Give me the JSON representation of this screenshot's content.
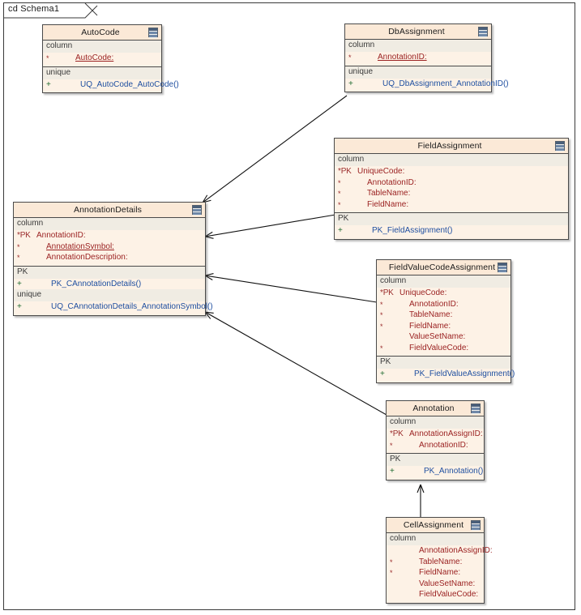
{
  "diagram": {
    "frame_label": "cd Schema1",
    "type": "uml-class-diagram",
    "colors": {
      "class_fill": "#fdf0e0",
      "title_fill": "#fbe9d7",
      "section_fill": "#f0ece3",
      "attribute_text": "#9b2222",
      "operation_text": "#1f4fa0",
      "border": "#4a4a4a",
      "connector": "#1a1a1a"
    },
    "icon_name": "table-icon"
  },
  "classes": [
    {
      "id": "autocode",
      "name": "AutoCode",
      "compartments": [
        {
          "label": "column",
          "rows": [
            {
              "mark": "*",
              "name": "AutoCode:",
              "underline": true,
              "kind": "attribute",
              "indent": true
            }
          ]
        },
        {
          "label": "unique",
          "rows": [
            {
              "mark": "+",
              "name": "UQ_AutoCode_AutoCode()",
              "kind": "operation"
            }
          ]
        }
      ]
    },
    {
      "id": "dbassignment",
      "name": "DbAssignment",
      "compartments": [
        {
          "label": "column",
          "rows": [
            {
              "mark": "*",
              "name": "AnnotationID:",
              "underline": true,
              "kind": "attribute",
              "indent": true
            }
          ]
        },
        {
          "label": "unique",
          "rows": [
            {
              "mark": "+",
              "name": "UQ_DbAssignment_AnnotationID()",
              "kind": "operation"
            }
          ]
        }
      ]
    },
    {
      "id": "fieldassignment",
      "name": "FieldAssignment",
      "compartments": [
        {
          "label": "column",
          "rows": [
            {
              "mark": "*PK",
              "name": "UniqueCode:",
              "kind": "attribute",
              "pk": true
            },
            {
              "mark": "*",
              "name": "AnnotationID:",
              "kind": "attribute",
              "indent": true
            },
            {
              "mark": "*",
              "name": "TableName:",
              "kind": "attribute",
              "indent": true
            },
            {
              "mark": "*",
              "name": "FieldName:",
              "kind": "attribute",
              "indent": true
            }
          ]
        },
        {
          "label": "PK",
          "rows": [
            {
              "mark": "+",
              "name": "PK_FieldAssignment()",
              "kind": "operation"
            }
          ]
        }
      ]
    },
    {
      "id": "annotationdetails",
      "name": "AnnotationDetails",
      "compartments": [
        {
          "label": "column",
          "rows": [
            {
              "mark": "*PK",
              "name": "AnnotationID:",
              "kind": "attribute",
              "pk": true
            },
            {
              "mark": "*",
              "name": "AnnotationSymbol:",
              "underline": true,
              "kind": "attribute",
              "indent": true
            },
            {
              "mark": "*",
              "name": "AnnotationDescription:",
              "kind": "attribute",
              "indent": true
            }
          ]
        },
        {
          "label": "PK",
          "rows": [
            {
              "mark": "+",
              "name": "PK_CAnnotationDetails()",
              "kind": "operation"
            }
          ]
        },
        {
          "label": "unique",
          "rows": [
            {
              "mark": "+",
              "name": "UQ_CAnnotationDetails_AnnotationSymbol()",
              "kind": "operation"
            }
          ]
        }
      ]
    },
    {
      "id": "fieldvaluecodeassignment",
      "name": "FieldValueCodeAssignment",
      "compartments": [
        {
          "label": "column",
          "rows": [
            {
              "mark": "*PK",
              "name": "UniqueCode:",
              "kind": "attribute",
              "pk": true
            },
            {
              "mark": "*",
              "name": "AnnotationID:",
              "kind": "attribute",
              "indent": true
            },
            {
              "mark": "*",
              "name": "TableName:",
              "kind": "attribute",
              "indent": true
            },
            {
              "mark": "*",
              "name": "FieldName:",
              "kind": "attribute",
              "indent": true
            },
            {
              "mark": "",
              "name": "ValueSetName:",
              "kind": "attribute",
              "indent": true
            },
            {
              "mark": "*",
              "name": "FieldValueCode:",
              "kind": "attribute",
              "indent": true
            }
          ]
        },
        {
          "label": "PK",
          "rows": [
            {
              "mark": "+",
              "name": "PK_FieldValueAssignment()",
              "kind": "operation"
            }
          ]
        }
      ]
    },
    {
      "id": "annotation",
      "name": "Annotation",
      "compartments": [
        {
          "label": "column",
          "rows": [
            {
              "mark": "*PK",
              "name": "AnnotationAssignID:",
              "kind": "attribute",
              "pk": true
            },
            {
              "mark": "*",
              "name": "AnnotationID:",
              "kind": "attribute",
              "indent": true
            }
          ]
        },
        {
          "label": "PK",
          "rows": [
            {
              "mark": "+",
              "name": "PK_Annotation()",
              "kind": "operation"
            }
          ]
        }
      ]
    },
    {
      "id": "cellassignment",
      "name": "CellAssignment",
      "compartments": [
        {
          "label": "column",
          "rows": [
            {
              "mark": "",
              "name": "AnnotationAssignID:",
              "kind": "attribute",
              "indent": true
            },
            {
              "mark": "*",
              "name": "TableName:",
              "kind": "attribute",
              "indent": true
            },
            {
              "mark": "*",
              "name": "FieldName:",
              "kind": "attribute",
              "indent": true
            },
            {
              "mark": "",
              "name": "ValueSetName:",
              "kind": "attribute",
              "indent": true
            },
            {
              "mark": "",
              "name": "FieldValueCode:",
              "kind": "attribute",
              "indent": true
            }
          ]
        }
      ]
    }
  ],
  "connections": [
    {
      "from": "dbassignment",
      "to": "annotationdetails",
      "kind": "dependency-arrow"
    },
    {
      "from": "fieldassignment",
      "to": "annotationdetails",
      "kind": "dependency-arrow"
    },
    {
      "from": "fieldvaluecodeassignment",
      "to": "annotationdetails",
      "kind": "dependency-arrow"
    },
    {
      "from": "annotation",
      "to": "annotationdetails",
      "kind": "dependency-arrow"
    },
    {
      "from": "cellassignment",
      "to": "annotation",
      "kind": "dependency-arrow"
    }
  ]
}
